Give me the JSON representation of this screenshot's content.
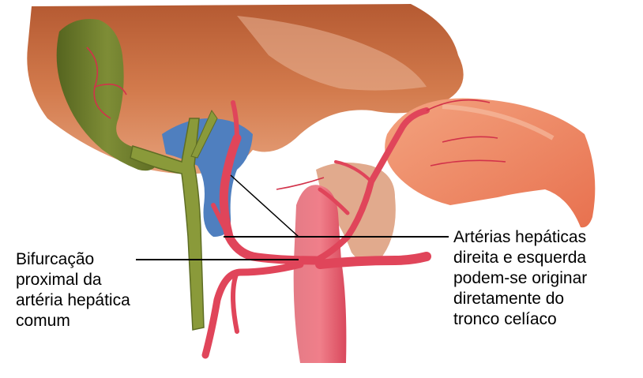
{
  "labels": {
    "left": {
      "lines": [
        "Bifurcação",
        "proximal da",
        "artéria hepática",
        "comum"
      ]
    },
    "right": {
      "lines": [
        "Artérias hepáticas",
        "direita e esquerda",
        "podem-se originar",
        "diretamente do",
        "tronco celíaco"
      ]
    }
  },
  "colors": {
    "liver": "#c96a3e",
    "liver_highlight": "#e4a07c",
    "gallbladder": "#6b7a2c",
    "bile_duct": "#8a9a3a",
    "portal_vein": "#4f7fbf",
    "artery": "#e0455a",
    "aorta": "#e3566a",
    "stomach": "#ef8a6a",
    "pancreas": "#d98a5a",
    "leader_line": "#000000"
  }
}
